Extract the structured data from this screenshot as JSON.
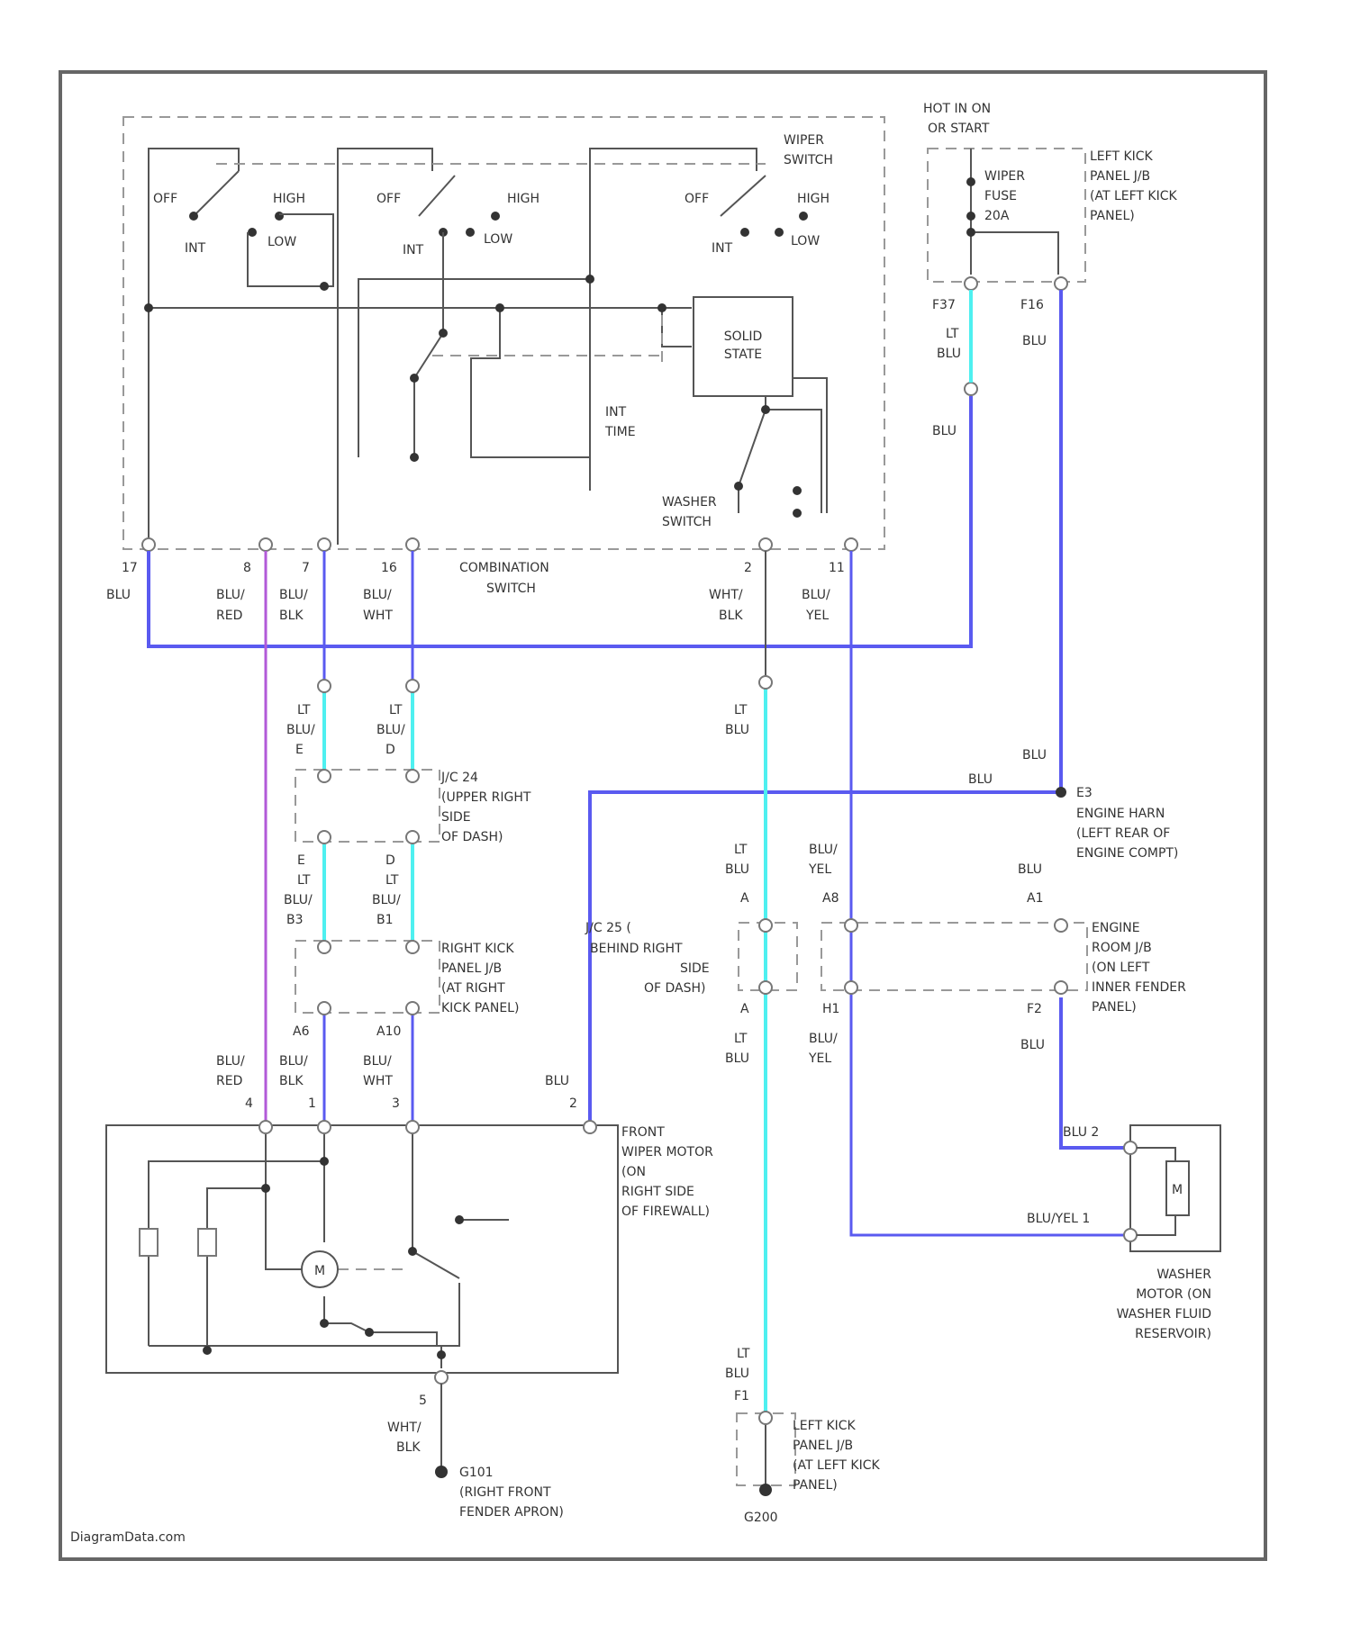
{
  "title": "",
  "colors": {
    "blue": "#5a5af0",
    "cyan": "#4ef0f0",
    "purple": "#b25ad8",
    "line": "#555555",
    "dashed": "#999999"
  },
  "labels": {
    "hot_in_on": "HOT IN ON",
    "or_start": "OR START",
    "wiper_fuse": "WIPER FUSE 20A",
    "left_kick_jb": "LEFT KICK PANEL J/B (AT LEFT KICK PANEL)",
    "wiper_switch": "WIPER SWITCH",
    "solid_state": "SOLID STATE",
    "int_time": "INT TIME",
    "washer_switch": "WASHER SWITCH",
    "combination_switch": "COMBINATION SWITCH",
    "off": "OFF",
    "int": "INT",
    "low": "LOW",
    "high": "HIGH",
    "jc24": "J/C 24 (UPPER RIGHT SIDE OF DASH)",
    "jc25": "J/C 25 (BEHIND RIGHT SIDE OF DASH)",
    "engine_harn": "E3 ENGINE HARN (LEFT REAR OF ENGINE COMPT)",
    "engine_room_jb": "ENGINE ROOM J/B (ON LEFT INNER FENDER PANEL)",
    "right_kick_jb": "RIGHT KICK PANEL J/B (AT RIGHT KICK PANEL)",
    "front_wiper_motor": "FRONT WIPER MOTOR (ON RIGHT SIDE OF FIREWALL)",
    "washer_motor": "WASHER MOTOR (ON WASHER FLUID RESERVOIR)",
    "g101": "G101 (RIGHT FRONT FENDER APRON)",
    "g200": "G200",
    "left_kick_jb_bottom": "LEFT KICK PANEL J/B (AT LEFT KICK PANEL)",
    "watermark": "DiagramData.com"
  },
  "wire_colors": {
    "blu": "BLU",
    "lt_blu": "LT BLU",
    "blu_red": "BLU/ RED",
    "blu_blk": "BLU/ BLK",
    "blu_wht": "BLU/ WHT",
    "wht_blk": "WHT/ BLK",
    "blu_yel": "BLU/ YEL",
    "blu_yel_washer": "BLU/YEL 1",
    "blu_washer": "BLU 2"
  },
  "pins": {
    "p17": "17",
    "p8": "8",
    "p7": "7",
    "p16": "16",
    "p2": "2",
    "p11": "11",
    "f37": "F37",
    "f16": "F16",
    "e": "E",
    "d": "D",
    "b3": "B3",
    "b1": "B1",
    "a6": "A6",
    "a10": "A10",
    "a": "A",
    "a8": "A8",
    "a1": "A1",
    "f2": "F2",
    "h1": "H1",
    "m4": "4",
    "m1": "1",
    "m3": "3",
    "m2": "2",
    "m5": "5",
    "f1": "F1",
    "motor": "M"
  }
}
